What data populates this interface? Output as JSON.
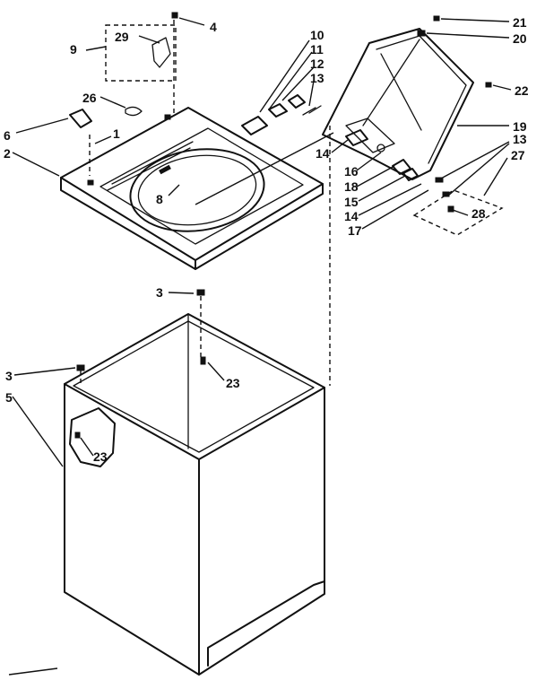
{
  "callouts": [
    {
      "id": "c-29",
      "text": "29"
    },
    {
      "id": "c-9",
      "text": "9"
    },
    {
      "id": "c-4",
      "text": "4"
    },
    {
      "id": "c-10",
      "text": "10"
    },
    {
      "id": "c-11",
      "text": "11"
    },
    {
      "id": "c-12",
      "text": "12"
    },
    {
      "id": "c-13a",
      "text": "13"
    },
    {
      "id": "c-26",
      "text": "26"
    },
    {
      "id": "c-6",
      "text": "6"
    },
    {
      "id": "c-1",
      "text": "1"
    },
    {
      "id": "c-2",
      "text": "2"
    },
    {
      "id": "c-8",
      "text": "8"
    },
    {
      "id": "c-21",
      "text": "21"
    },
    {
      "id": "c-20",
      "text": "20"
    },
    {
      "id": "c-22",
      "text": "22"
    },
    {
      "id": "c-19",
      "text": "19"
    },
    {
      "id": "c-13b",
      "text": "13"
    },
    {
      "id": "c-27",
      "text": "27"
    },
    {
      "id": "c-14a",
      "text": "14"
    },
    {
      "id": "c-16",
      "text": "16"
    },
    {
      "id": "c-18",
      "text": "18"
    },
    {
      "id": "c-15",
      "text": "15"
    },
    {
      "id": "c-14b",
      "text": "14"
    },
    {
      "id": "c-17",
      "text": "17"
    },
    {
      "id": "c-28",
      "text": "28"
    },
    {
      "id": "c-3a",
      "text": "3"
    },
    {
      "id": "c-23a",
      "text": "23"
    },
    {
      "id": "c-3b",
      "text": "3"
    },
    {
      "id": "c-5",
      "text": "5"
    },
    {
      "id": "c-23b",
      "text": "23"
    }
  ]
}
